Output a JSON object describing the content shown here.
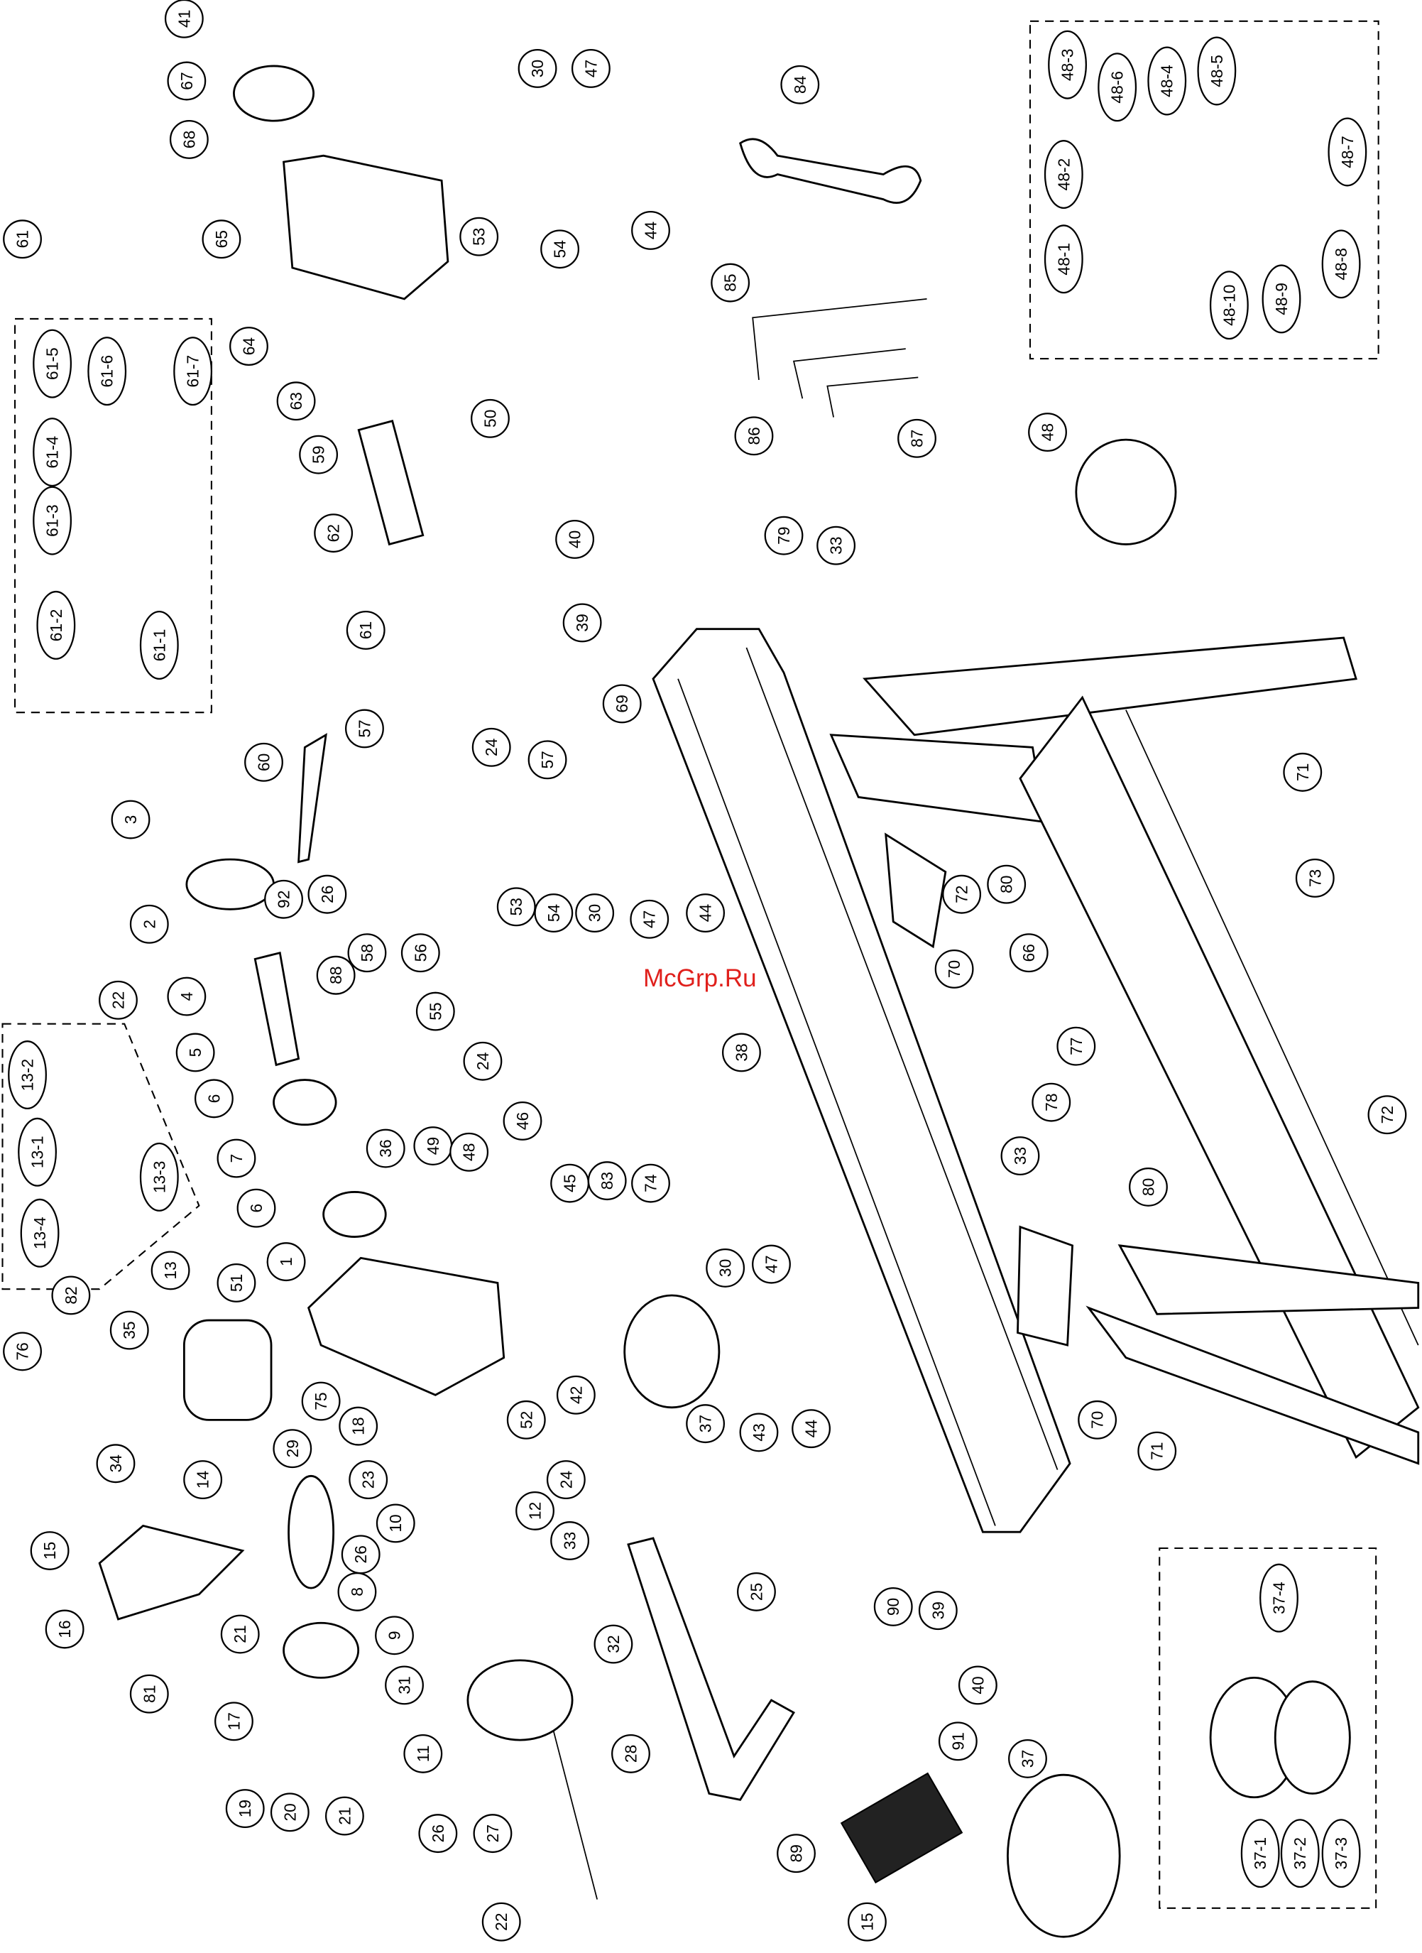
{
  "watermark": "McGrp.Ru",
  "watermark_color": "#e0201c",
  "callouts": [
    "41",
    "67",
    "68",
    "61",
    "65",
    "64",
    "63",
    "59",
    "62",
    "61",
    "50",
    "30",
    "47",
    "53",
    "54",
    "44",
    "84",
    "85",
    "86",
    "87",
    "48-3",
    "48-6",
    "48-4",
    "48-5",
    "48-2",
    "48-7",
    "48-1",
    "48-10",
    "48-9",
    "48-8",
    "48",
    "61-5",
    "61-6",
    "61-7",
    "61-4",
    "61-3",
    "61-2",
    "61-1",
    "40",
    "79",
    "33",
    "39",
    "69",
    "71",
    "72",
    "80",
    "73",
    "70",
    "66",
    "3",
    "60",
    "57",
    "24",
    "57",
    "2",
    "92",
    "26",
    "4",
    "22",
    "88",
    "58",
    "56",
    "53",
    "54",
    "30",
    "47",
    "44",
    "55",
    "38",
    "24",
    "5",
    "6",
    "7",
    "6",
    "13-2",
    "13-1",
    "13-3",
    "13-4",
    "36",
    "49",
    "48",
    "46",
    "45",
    "83",
    "74",
    "77",
    "78",
    "33",
    "80",
    "72",
    "13",
    "82",
    "51",
    "1",
    "30",
    "47",
    "35",
    "76",
    "75",
    "18",
    "42",
    "37",
    "43",
    "44",
    "70",
    "71",
    "34",
    "14",
    "29",
    "23",
    "52",
    "24",
    "15",
    "26",
    "10",
    "12",
    "33",
    "25",
    "16",
    "21",
    "8",
    "9",
    "32",
    "39",
    "90",
    "81",
    "31",
    "17",
    "11",
    "28",
    "40",
    "91",
    "37",
    "19",
    "20",
    "21",
    "26",
    "27",
    "89",
    "22",
    "15",
    "37-4",
    "37-1",
    "37-2",
    "37-3"
  ]
}
